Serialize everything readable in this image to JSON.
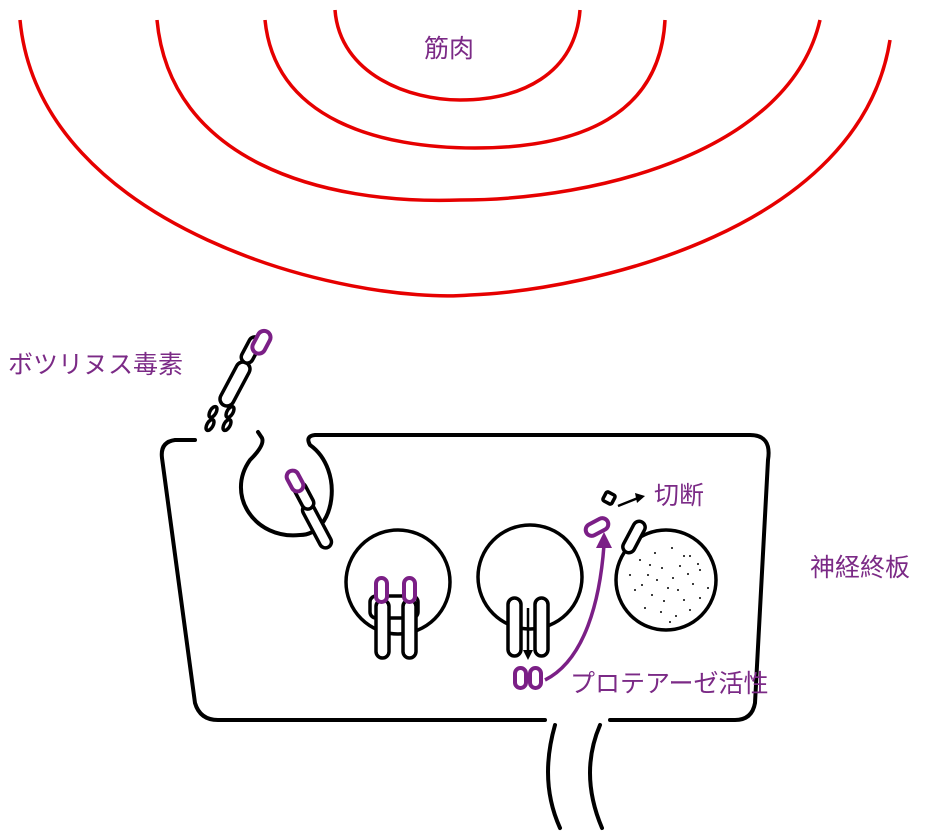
{
  "labels": {
    "muscle": "筋肉",
    "toxin": "ボツリヌス毒素",
    "cleavage": "切断",
    "terminal": "神経終板",
    "protease": "プロテアーゼ活性"
  },
  "colors": {
    "muscle_stroke": "#e60000",
    "toxin_purple": "#7b1f86",
    "label_purple": "#7b2a86",
    "outline": "#000000"
  }
}
